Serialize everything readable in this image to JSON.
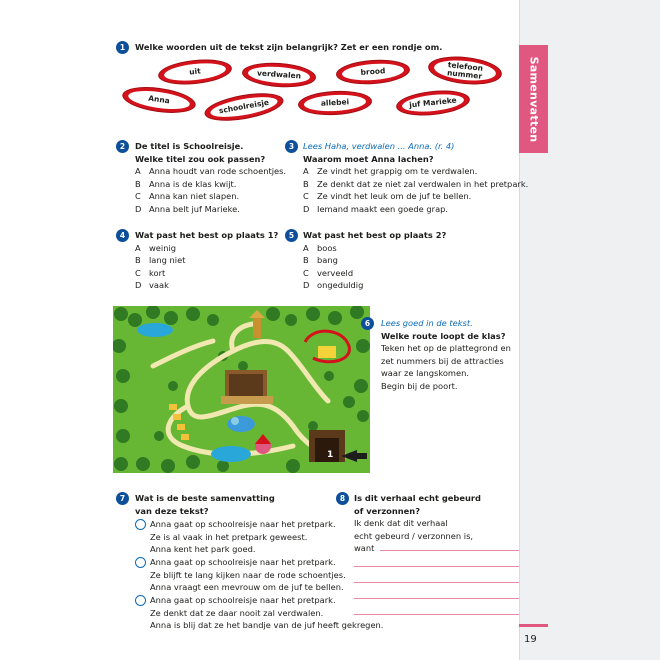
{
  "side_tab": "Samenvatten",
  "page_number": "19",
  "q1": {
    "num": "1",
    "title": "Welke woorden uit de tekst zijn belangrijk? Zet er een rondje om.",
    "words": [
      "uit",
      "verdwalen",
      "brood",
      "telefoon nummer",
      "Anna",
      "schoolreisje",
      "allebei",
      "juf Marieke"
    ]
  },
  "q2": {
    "num": "2",
    "title1": "De titel is Schoolreisje.",
    "title2": "Welke titel zou ook passen?",
    "options": [
      {
        "l": "A",
        "t": "Anna houdt van rode schoentjes."
      },
      {
        "l": "B",
        "t": "Anna is de klas kwijt."
      },
      {
        "l": "C",
        "t": "Anna kan niet slapen."
      },
      {
        "l": "D",
        "t": "Anna belt juf Marieke."
      }
    ]
  },
  "q3": {
    "num": "3",
    "hint": "Lees Haha, verdwalen ... Anna. (r. 4)",
    "title": "Waarom moet Anna lachen?",
    "options": [
      {
        "l": "A",
        "t": "Ze vindt het grappig om te verdwalen."
      },
      {
        "l": "B",
        "t": "Ze denkt dat ze niet zal verdwalen in het pretpark."
      },
      {
        "l": "C",
        "t": "Ze vindt het leuk om de juf te bellen."
      },
      {
        "l": "D",
        "t": "Iemand maakt een goede grap."
      }
    ]
  },
  "q4": {
    "num": "4",
    "title": "Wat past het best op plaats 1?",
    "options": [
      {
        "l": "A",
        "t": "weinig"
      },
      {
        "l": "B",
        "t": "lang niet"
      },
      {
        "l": "C",
        "t": "kort"
      },
      {
        "l": "D",
        "t": "vaak"
      }
    ]
  },
  "q5": {
    "num": "5",
    "title": "Wat past het best op plaats 2?",
    "options": [
      {
        "l": "A",
        "t": "boos"
      },
      {
        "l": "B",
        "t": "bang"
      },
      {
        "l": "C",
        "t": "verveeld"
      },
      {
        "l": "D",
        "t": "ongeduldig"
      }
    ]
  },
  "q6": {
    "num": "6",
    "hint": "Lees goed in de tekst.",
    "title": "Welke route loopt de klas?",
    "lines": [
      "Teken het op de plattegrond en",
      "zet nummers bij de attracties",
      "waar ze langskomen.",
      "Begin bij de poort."
    ],
    "map_label": "1"
  },
  "q7": {
    "num": "7",
    "title1": "Wat is de beste samenvatting",
    "title2": "van deze tekst?",
    "options": [
      {
        "lines": [
          "Anna gaat op schoolreisje naar het pretpark.",
          "Ze is al vaak in het pretpark geweest.",
          "Anna kent het park goed."
        ]
      },
      {
        "lines": [
          "Anna gaat op schoolreisje naar het pretpark.",
          "Ze blijft te lang kijken naar de rode schoentjes.",
          "Anna vraagt een mevrouw om de juf te bellen."
        ]
      },
      {
        "lines": [
          "Anna gaat op schoolreisje naar het pretpark.",
          "Ze denkt dat ze daar nooit zal verdwalen.",
          "Anna is blij dat ze het bandje van de juf heeft gekregen."
        ]
      }
    ]
  },
  "q8": {
    "num": "8",
    "title1": "Is dit verhaal echt gebeurd",
    "title2": "of verzonnen?",
    "line1": "Ik denk dat dit verhaal",
    "line2": "echt gebeurd  /  verzonnen  is,",
    "line3": "want"
  }
}
